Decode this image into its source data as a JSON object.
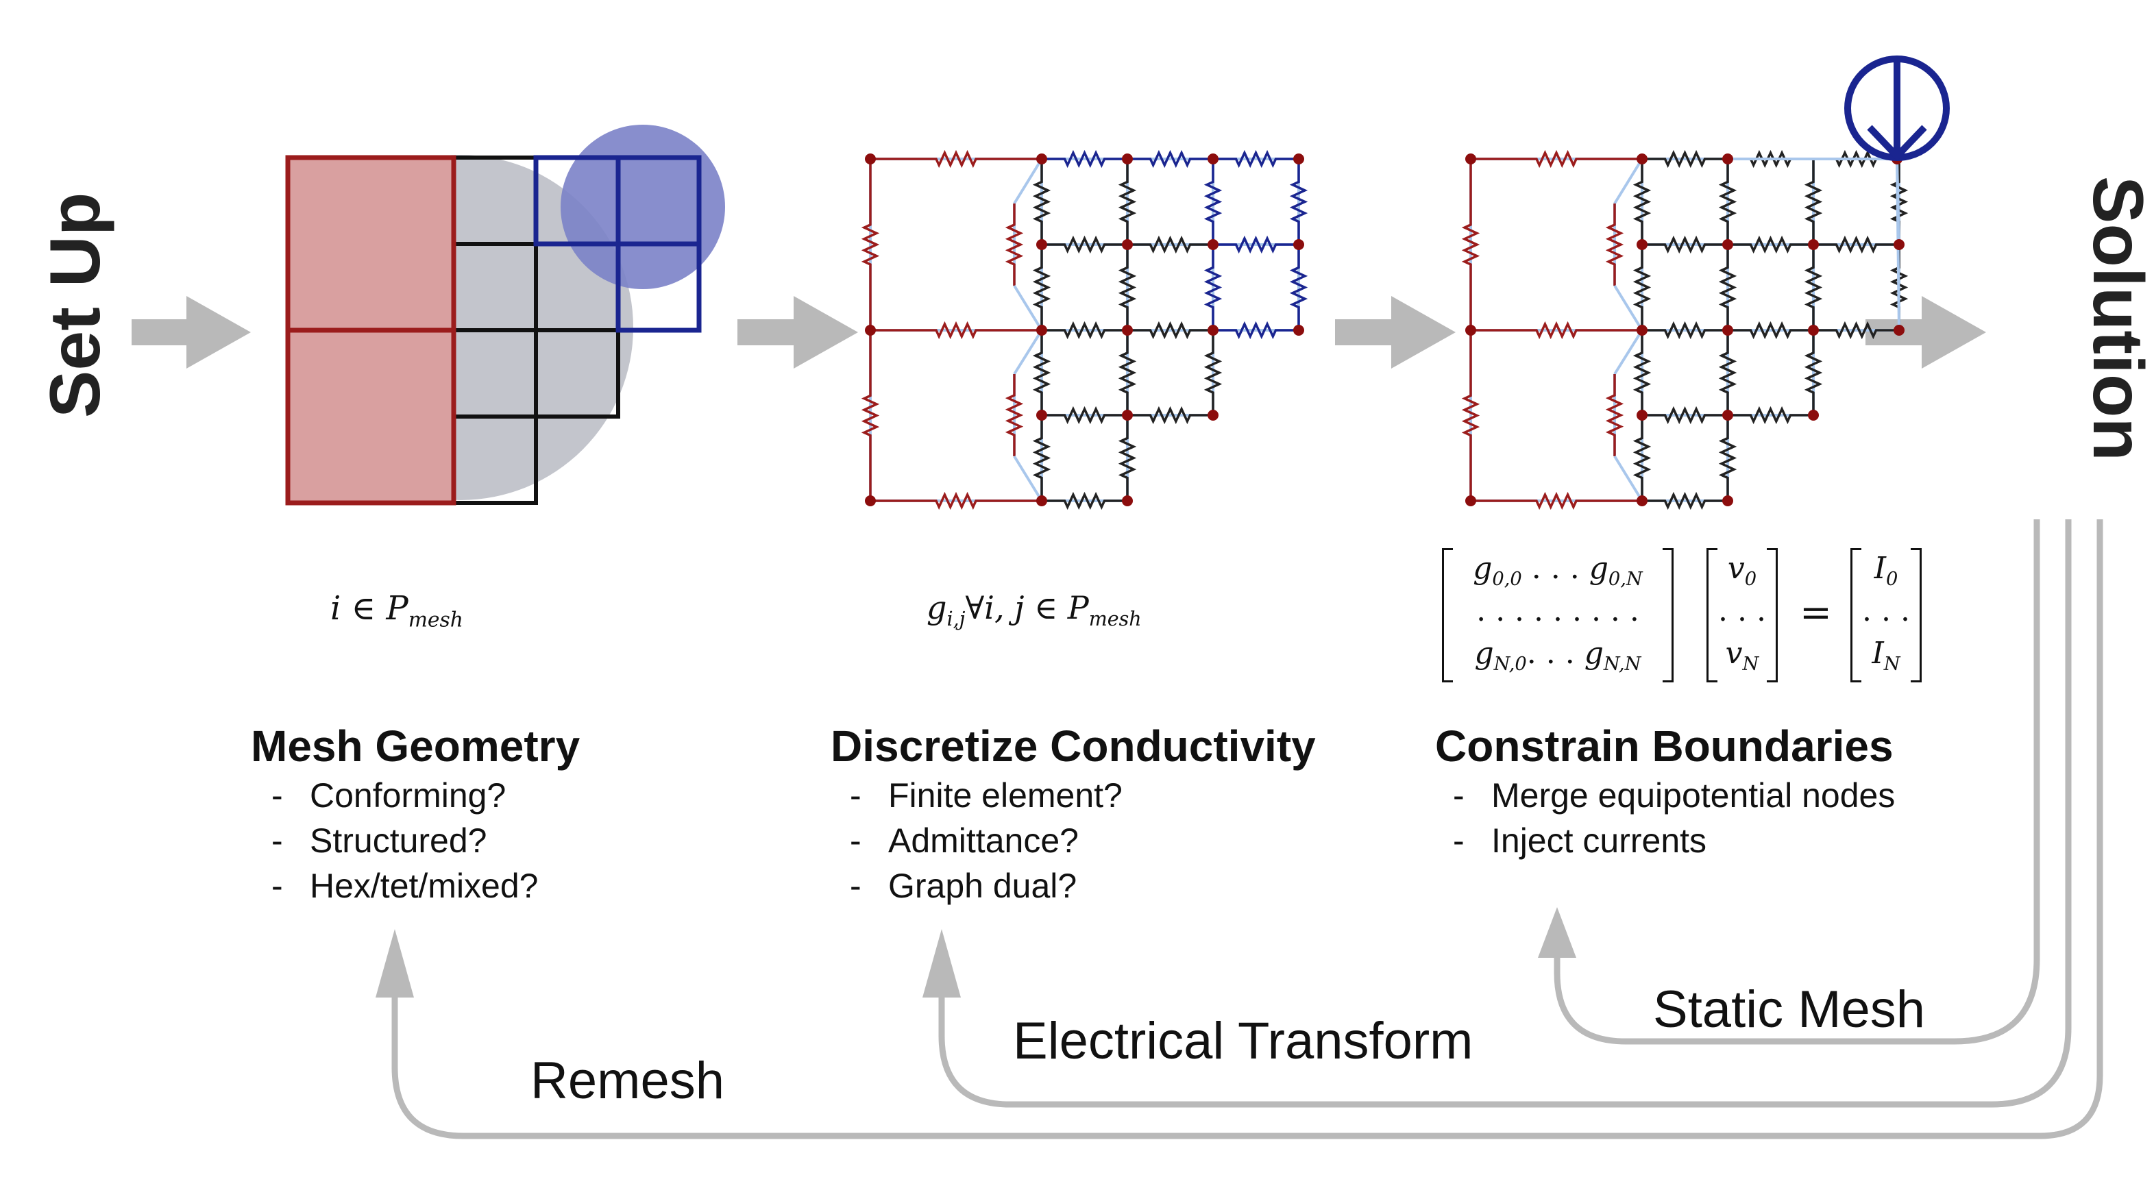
{
  "stages": {
    "setup": "Set Up",
    "solution": "Solution"
  },
  "steps": [
    {
      "title": "Mesh Geometry",
      "bullets": [
        "Conforming?",
        "Structured?",
        "Hex/tet/mixed?"
      ]
    },
    {
      "title": "Discretize Conductivity",
      "bullets": [
        "Finite element?",
        "Admittance?",
        "Graph dual?"
      ]
    },
    {
      "title": "Constrain Boundaries",
      "bullets": [
        "Merge equipotential nodes",
        "Inject currents"
      ]
    }
  ],
  "math": {
    "mesh_expr": {
      "left": "i ∈ P",
      "sub": "mesh"
    },
    "cond_expr": {
      "g": "g",
      "g_sub": "i,j",
      "middle": "∀i, j ∈ P",
      "sub": "mesh"
    },
    "matrix_G": {
      "row1": {
        "a": "g",
        "a_sub": "0,0",
        "dots": " . . . ",
        "b": "g",
        "b_sub": "0,N"
      },
      "row2": ". . .  . . .  . . .",
      "row3": {
        "a": "g",
        "a_sub": "N,0",
        "dots": ". . . ",
        "b": "g",
        "b_sub": "N,N"
      }
    },
    "vector_v": {
      "top": "v",
      "top_sub": "0",
      "mid": ". . .",
      "bot": "v",
      "bot_sub": "N"
    },
    "equals": "=",
    "vector_I": {
      "top": "I",
      "top_sub": "0",
      "mid": ". . .",
      "bot": "I",
      "bot_sub": "N"
    }
  },
  "loops": {
    "remesh": "Remesh",
    "electrical_transform": "Electrical Transform",
    "static_mesh": "Static Mesh"
  },
  "colors": {
    "red": "#9b1c1c",
    "red_fill": "#d9a0a0",
    "blue": "#1a2590",
    "blue_fill": "#7b82c8",
    "gray_circle": "#c3c5cc",
    "wire": "#a9c7ec",
    "node": "#8c0d0d",
    "arrow_gray": "#b9b9b9",
    "black": "#111111"
  }
}
